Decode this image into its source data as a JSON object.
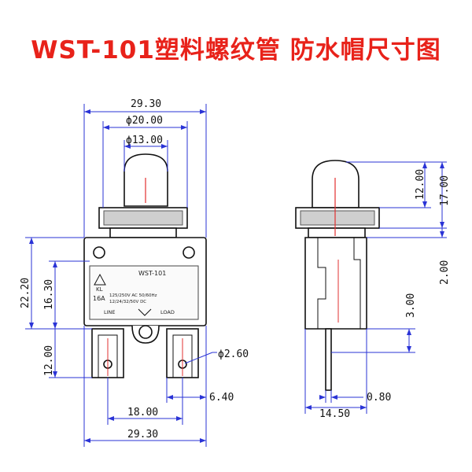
{
  "title": "WST-101塑料螺纹管 防水帽尺寸图",
  "colors": {
    "title": "#e8221a",
    "dimension_line": "#2a33d6",
    "center_line": "#e23030",
    "outline": "#111111"
  },
  "front_view": {
    "dims": {
      "overall_top": "29.30",
      "cap_dia_20": "ϕ20.00",
      "cap_dia_13": "ϕ13.00",
      "height_22": "22.20",
      "height_16": "16.30",
      "terminal_12": "12.00",
      "hole_dia": "ϕ2.60",
      "terminal_gap": "6.40",
      "terminal_pitch": "18.00",
      "overall_bottom": "29.30"
    },
    "label_text": {
      "model": "WST-101",
      "rating": "16A",
      "brand": "KL",
      "spec_line1": "125/250V AC 50/60Hz",
      "spec_line2": "12/24/32/50V DC",
      "line": "LINE",
      "load": "LOAD"
    }
  },
  "side_view": {
    "dims": {
      "cap_height_12": "12.00",
      "cap_height_17": "17.00",
      "nut_2": "2.00",
      "body_3": "3.00",
      "offset_080": "0.80",
      "width_1450": "14.50"
    }
  }
}
